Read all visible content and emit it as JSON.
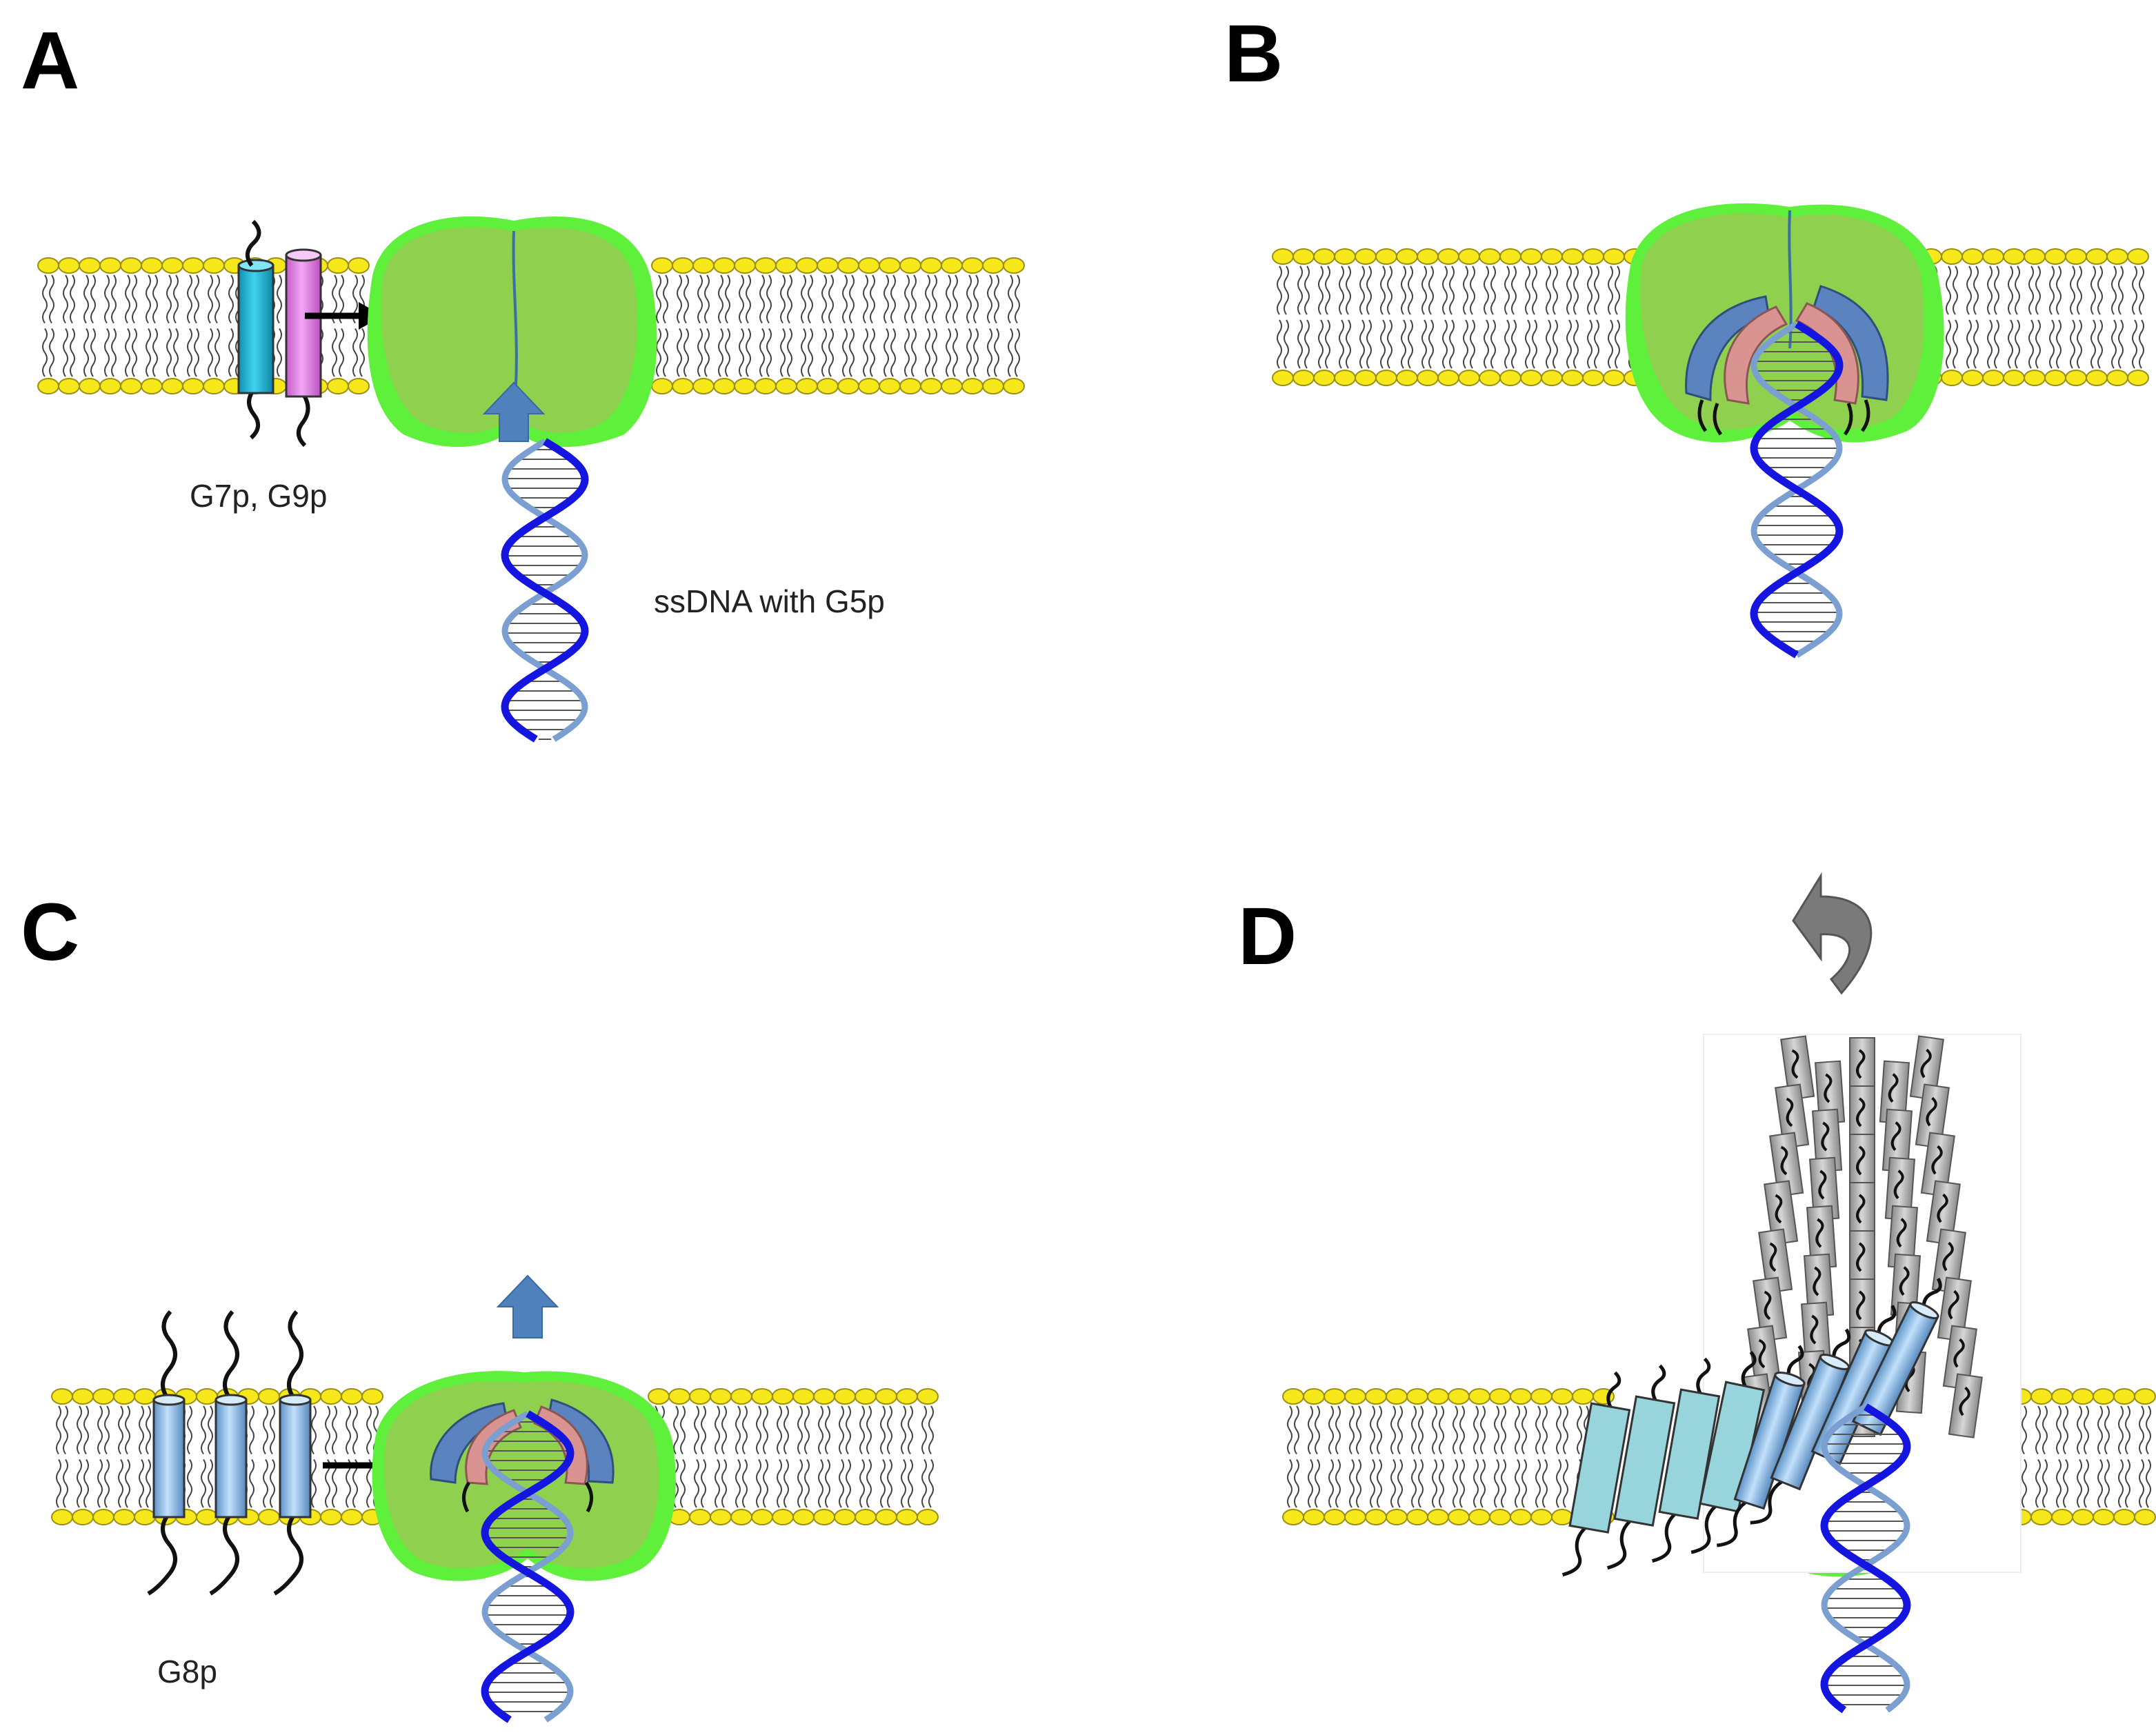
{
  "panels": [
    {
      "letter": "A",
      "labels": [
        "G7p, G9p",
        "ssDNA with G5p"
      ]
    },
    {
      "letter": "B",
      "labels": []
    },
    {
      "letter": "C",
      "labels": [
        "G8p"
      ]
    },
    {
      "letter": "D",
      "labels": []
    }
  ],
  "colors": {
    "lipid_head": "#f7e81c",
    "pore_green": "#8fd14f",
    "pore_glow": "#5ef03a",
    "dna_strand": "#1515e0",
    "dna_backbone": "#7a9fd0",
    "arrow_blue": "#4f81bd",
    "g7p_cyan": "#1cb7d8",
    "g9p_pink": "#e57ee8",
    "subunit_blue": "#5b83bf",
    "subunit_pink": "#d99390",
    "g8p_blue": "#8fbfe8",
    "g8p_pale": "#98d4dc",
    "coat_gray": "#b4b4b4"
  },
  "icons": [
    "lipid-bilayer",
    "transmembrane-helix",
    "pore-complex",
    "dna-helix",
    "up-arrow",
    "right-arrow",
    "rotation-arrow",
    "phage-coat-filament"
  ]
}
